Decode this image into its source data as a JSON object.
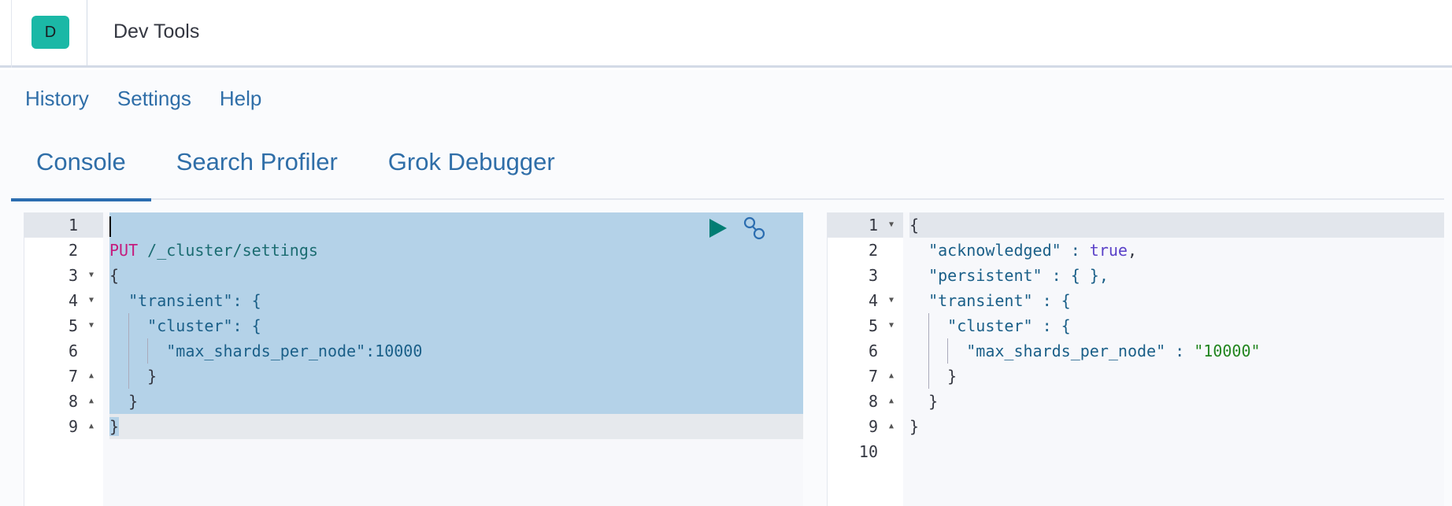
{
  "header": {
    "logo_letter": "D",
    "title": "Dev Tools"
  },
  "menu": [
    "History",
    "Settings",
    "Help"
  ],
  "tabs": [
    "Console",
    "Search Profiler",
    "Grok Debugger"
  ],
  "request": {
    "method": "PUT",
    "path": " /_cluster/settings",
    "lines": [
      "",
      "",
      "{",
      "  \"transient\": {",
      "    \"cluster\": {",
      "      \"max_shards_per_node\":10000",
      "    }",
      "  }",
      "}"
    ]
  },
  "response": {
    "lines": [
      "{",
      "  \"acknowledged\" : ",
      "  \"persistent\" : { },",
      "  \"transient\" : {",
      "    \"cluster\" : {",
      "      \"max_shards_per_node\" : ",
      "    }",
      "  }",
      "}",
      ""
    ],
    "ack_value": "true",
    "max_value": "\"10000\""
  },
  "colors": {
    "accent": "#2b6db0",
    "logo": "#1bb8a6",
    "run": "#017d73"
  }
}
